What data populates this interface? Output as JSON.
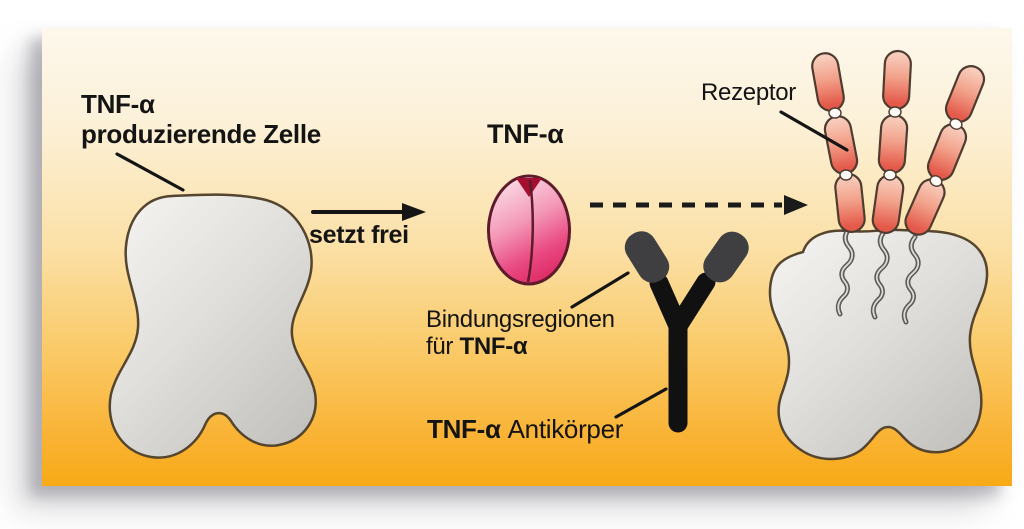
{
  "figure": {
    "labels": {
      "producing_cell": {
        "line1": "TNF-α",
        "line2": "produzierende Zelle"
      },
      "release": "setzt frei",
      "molecule": "TNF-α",
      "binding": {
        "line1": "Bindungsregionen",
        "line2_prefix": "für ",
        "line2_bold": "TNF-α"
      },
      "antibody": {
        "bold": "TNF-α",
        "rest": " Antikörper"
      },
      "receptor": "Rezeptor"
    },
    "colors": {
      "background_top": "#fdf8ec",
      "background_bottom": "#f8aa16",
      "cell_gray": "#d8d7d3",
      "molecule_pink": "#e6316e",
      "receptor_red": "#e4594a",
      "antibody_black": "#141414"
    }
  }
}
